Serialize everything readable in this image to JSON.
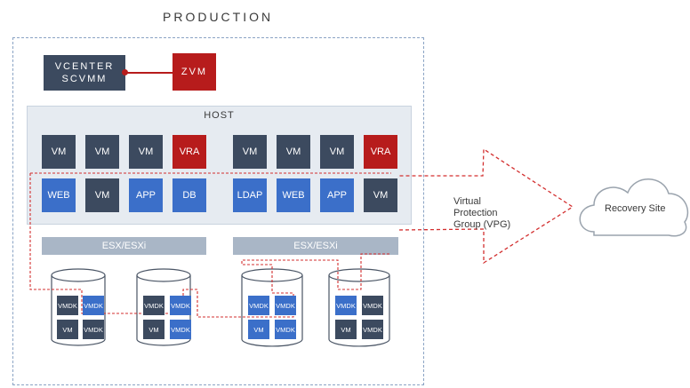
{
  "title": "PRODUCTION",
  "management": {
    "vcenter_line1": "VCENTER",
    "vcenter_line2": "SCVMM",
    "zvm": "ZVM"
  },
  "host": {
    "label": "HOST",
    "left_row1": [
      "VM",
      "VM",
      "VM",
      "VRA"
    ],
    "left_row2": [
      "WEB",
      "VM",
      "APP",
      "DB"
    ],
    "right_row1": [
      "VM",
      "VM",
      "VM",
      "VRA"
    ],
    "right_row2": [
      "LDAP",
      "WEB",
      "APP",
      "VM"
    ]
  },
  "esx": {
    "left": "ESX/ESXi",
    "right": "ESX/ESXi"
  },
  "disks": [
    {
      "cells": [
        "VMDK",
        "VMDK",
        "VM",
        "VMDK"
      ]
    },
    {
      "cells": [
        "VMDK",
        "VMDK",
        "VM",
        "VMDK"
      ]
    },
    {
      "cells": [
        "VMDK",
        "VMDK",
        "VM",
        "VMDK"
      ]
    },
    {
      "cells": [
        "VMDK",
        "VMDK",
        "VM",
        "VMDK"
      ]
    }
  ],
  "vpg": {
    "line1": "Virtual",
    "line2": "Protection",
    "line3": "Group (VPG)"
  },
  "recovery_site": "Recovery Site",
  "colors": {
    "dark_box": "#3c4a5f",
    "blue_box": "#3b6fc9",
    "red_box": "#b71c1c",
    "host_bg": "#e6ebf1",
    "esx_bar": "#a9b6c6",
    "dashed_path": "#d32f2f",
    "border_dashed": "#8aa3c4"
  }
}
